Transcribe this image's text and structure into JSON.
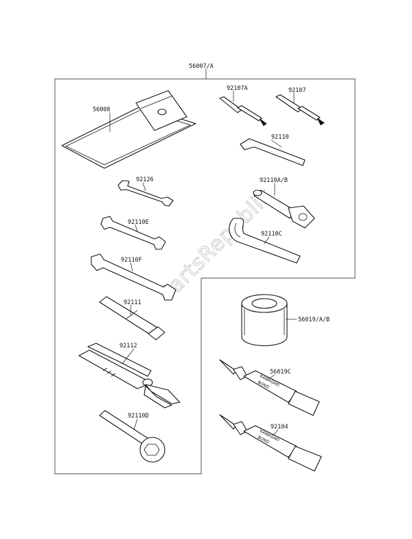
{
  "watermark": "PartsRepublik",
  "assembly": {
    "part_number": "56007/A"
  },
  "parts": [
    {
      "id": "tool-bag",
      "part_number": "56008"
    },
    {
      "id": "screwdriver-a",
      "part_number": "92107A"
    },
    {
      "id": "screwdriver-b",
      "part_number": "92107"
    },
    {
      "id": "hex-key",
      "part_number": "92110"
    },
    {
      "id": "box-wrench",
      "part_number": "92110A/B"
    },
    {
      "id": "hook-wrench",
      "part_number": "92110C"
    },
    {
      "id": "open-wrench-a",
      "part_number": "92126"
    },
    {
      "id": "open-wrench-b",
      "part_number": "92110E"
    },
    {
      "id": "open-wrench-c",
      "part_number": "92110F"
    },
    {
      "id": "handle",
      "part_number": "92111"
    },
    {
      "id": "pliers",
      "part_number": "92112"
    },
    {
      "id": "ring-wrench",
      "part_number": "92110D"
    },
    {
      "id": "tape-roll",
      "part_number": "56019/A/B"
    },
    {
      "id": "bond-tube-a",
      "part_number": "56019C"
    },
    {
      "id": "bond-tube-b",
      "part_number": "92104"
    }
  ],
  "tube_print": {
    "line1": "KAWASAKI",
    "line2": "BOND"
  }
}
